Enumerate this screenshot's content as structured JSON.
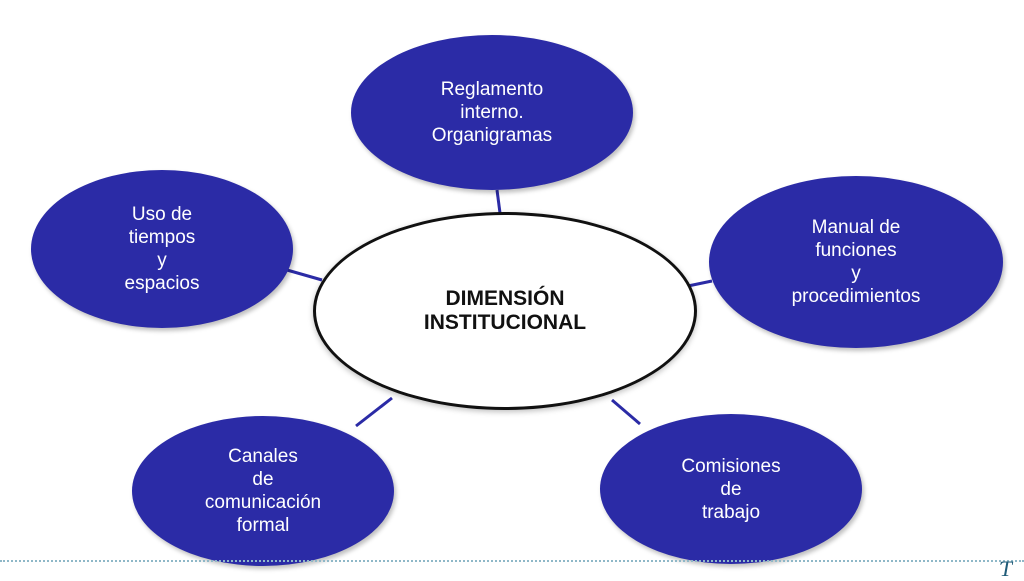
{
  "diagram": {
    "center": {
      "label": "DIMENSIÓN\nINSTITUCIONAL"
    },
    "nodes": [
      {
        "id": "reglamento",
        "label": "Reglamento\ninterno.\nOrganigramas"
      },
      {
        "id": "manual",
        "label": "Manual de\nfunciones\ny\nprocedimientos"
      },
      {
        "id": "comisiones",
        "label": "Comisiones\nde\ntrabajo"
      },
      {
        "id": "canales",
        "label": "Canales\nde\ncomunicación\nformal"
      },
      {
        "id": "uso",
        "label": "Uso de\ntiempos\ny\nespacios"
      }
    ],
    "colors": {
      "satellite_fill": "#2b2ba6",
      "connector": "#2b2ba6",
      "center_border": "#111111",
      "divider": "#8fb8c8"
    }
  }
}
